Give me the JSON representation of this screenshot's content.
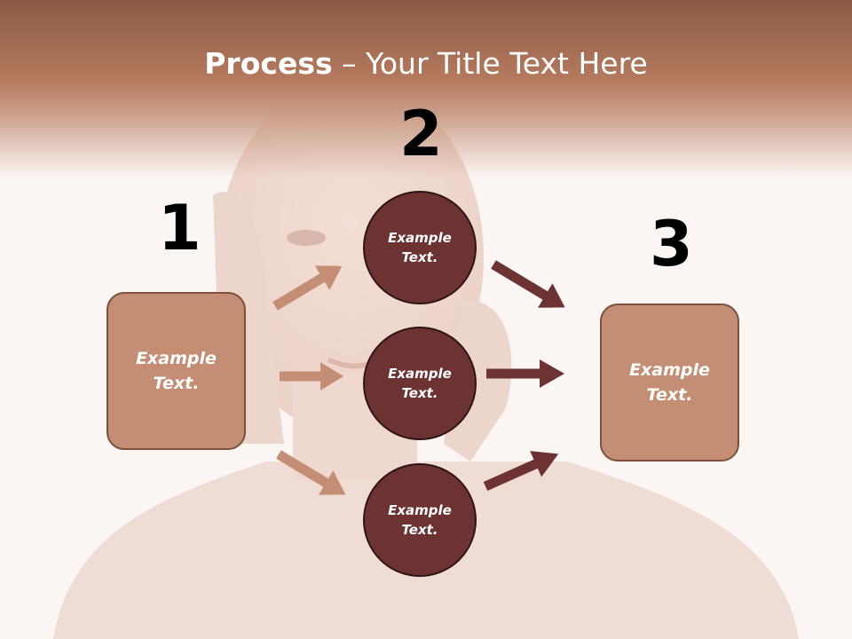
{
  "slide": {
    "title_bold": "Process",
    "title_rest": " – Your Title Text Here"
  },
  "steps": {
    "one": "1",
    "two": "2",
    "three": "3"
  },
  "boxes": {
    "left": "Example\nText.",
    "right": "Example\nText."
  },
  "circles": [
    "Example\nText.",
    "Example\nText.",
    "Example\nText."
  ],
  "colors": {
    "header": "#8a5a44",
    "box_fill": "#c48e74",
    "circle_fill": "#6d3232",
    "arrow_light": "#c48e74",
    "arrow_dark": "#6d3232"
  }
}
